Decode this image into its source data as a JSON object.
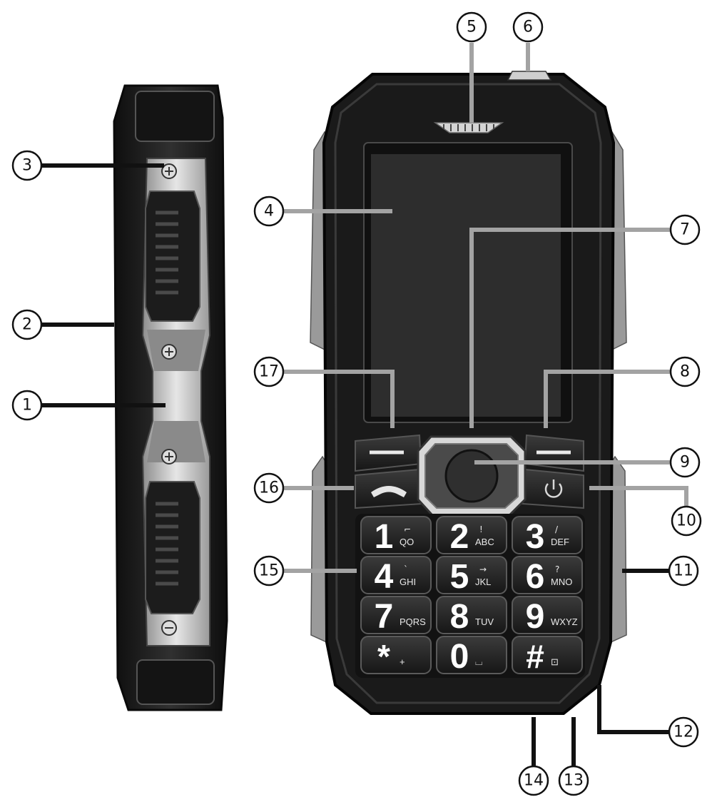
{
  "callouts": [
    "1",
    "2",
    "3",
    "4",
    "5",
    "6",
    "7",
    "8",
    "9",
    "10",
    "11",
    "12",
    "13",
    "14",
    "15",
    "16",
    "17"
  ],
  "keypad": {
    "keys": [
      {
        "digit": "1",
        "sub": "QO",
        "sym": "⌐"
      },
      {
        "digit": "2",
        "sub": "ABC",
        "sym": "!"
      },
      {
        "digit": "3",
        "sub": "DEF",
        "sym": "/"
      },
      {
        "digit": "4",
        "sub": "GHI",
        "sym": "`"
      },
      {
        "digit": "5",
        "sub": "JKL",
        "sym": "→"
      },
      {
        "digit": "6",
        "sub": "MNO",
        "sym": "?"
      },
      {
        "digit": "7",
        "sub": "PQRS",
        "sym": ""
      },
      {
        "digit": "8",
        "sub": "TUV",
        "sym": ""
      },
      {
        "digit": "9",
        "sub": "WXYZ",
        "sym": ""
      },
      {
        "digit": "*",
        "sub": "+",
        "sym": ""
      },
      {
        "digit": "0",
        "sub": "⌴",
        "sym": ""
      },
      {
        "digit": "#",
        "sub": "⊡",
        "sym": ""
      }
    ]
  },
  "colors": {
    "body": "#1a1a1a",
    "bezel": "#2b2b2b",
    "screen": "#2d2d2d",
    "metal": "#c9c9c9",
    "line": "#111111",
    "grey_line": "#a3a3a3"
  },
  "icons": [
    "speaker-grille-icon",
    "call-icon",
    "power-icon",
    "screw-icon"
  ]
}
